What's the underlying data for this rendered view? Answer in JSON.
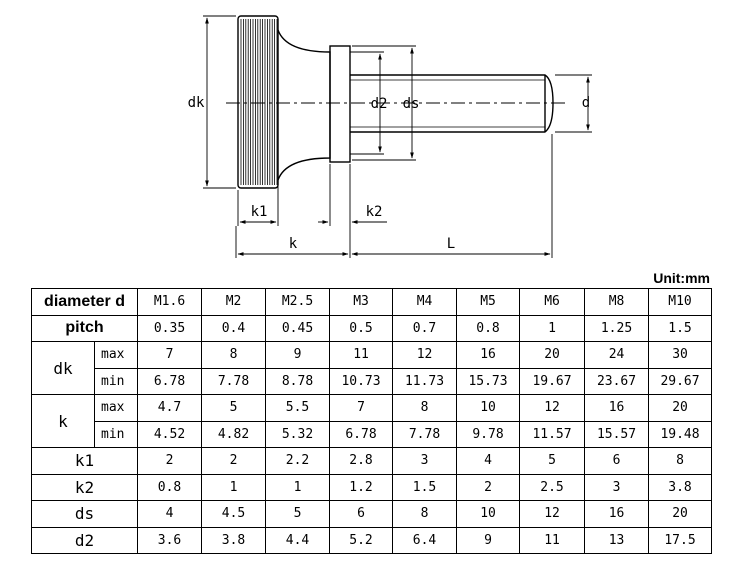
{
  "drawing": {
    "labels": {
      "dk": "dk",
      "k1": "k1",
      "k2": "k2",
      "k": "k",
      "L": "L",
      "d2": "d2",
      "ds": "ds",
      "d": "d"
    }
  },
  "unit": "Unit:mm",
  "table": {
    "header_label": "diameter d",
    "sizes": [
      "M1.6",
      "M2",
      "M2.5",
      "M3",
      "M4",
      "M5",
      "M6",
      "M8",
      "M10"
    ],
    "pitch_label": "pitch",
    "pitch": [
      "0.35",
      "0.4",
      "0.45",
      "0.5",
      "0.7",
      "0.8",
      "1",
      "1.25",
      "1.5"
    ],
    "dk": {
      "label": "dk",
      "max_label": "max",
      "min_label": "min",
      "max": [
        "7",
        "8",
        "9",
        "11",
        "12",
        "16",
        "20",
        "24",
        "30"
      ],
      "min": [
        "6.78",
        "7.78",
        "8.78",
        "10.73",
        "11.73",
        "15.73",
        "19.67",
        "23.67",
        "29.67"
      ]
    },
    "k": {
      "label": "k",
      "max_label": "max",
      "min_label": "min",
      "max": [
        "4.7",
        "5",
        "5.5",
        "7",
        "8",
        "10",
        "12",
        "16",
        "20"
      ],
      "min": [
        "4.52",
        "4.82",
        "5.32",
        "6.78",
        "7.78",
        "9.78",
        "11.57",
        "15.57",
        "19.48"
      ]
    },
    "k1": {
      "label": "k1",
      "values": [
        "2",
        "2",
        "2.2",
        "2.8",
        "3",
        "4",
        "5",
        "6",
        "8"
      ]
    },
    "k2": {
      "label": "k2",
      "values": [
        "0.8",
        "1",
        "1",
        "1.2",
        "1.5",
        "2",
        "2.5",
        "3",
        "3.8"
      ]
    },
    "ds": {
      "label": "ds",
      "values": [
        "4",
        "4.5",
        "5",
        "6",
        "8",
        "10",
        "12",
        "16",
        "20"
      ]
    },
    "d2": {
      "label": "d2",
      "values": [
        "3.6",
        "3.8",
        "4.4",
        "5.2",
        "6.4",
        "9",
        "11",
        "13",
        "17.5"
      ]
    }
  }
}
